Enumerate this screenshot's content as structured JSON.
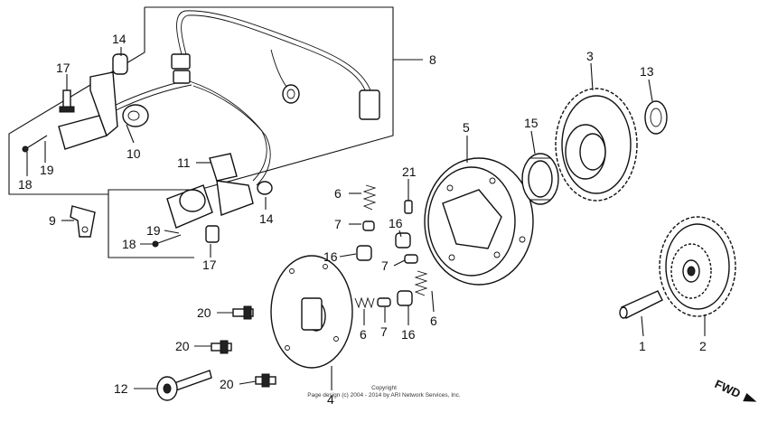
{
  "labels": {
    "n1": "1",
    "n2": "2",
    "n3": "3",
    "n4": "4",
    "n5": "5",
    "n6a": "6",
    "n6b": "6",
    "n6c": "6",
    "n7a": "7",
    "n7b": "7",
    "n7c": "7",
    "n8": "8",
    "n9": "9",
    "n10": "10",
    "n11": "11",
    "n12": "12",
    "n13": "13",
    "n14a": "14",
    "n14b": "14",
    "n15": "15",
    "n16a": "16",
    "n16b": "16",
    "n16c": "16",
    "n17a": "17",
    "n17b": "17",
    "n18a": "18",
    "n18b": "18",
    "n19a": "19",
    "n19b": "19",
    "n20a": "20",
    "n20b": "20",
    "n20c": "20",
    "n21": "21"
  },
  "copyright": {
    "line1": "Copyright",
    "line2": "Page design (c) 2004 - 2014 by ARI Network Services, Inc."
  },
  "direction": {
    "label": "FWD"
  }
}
